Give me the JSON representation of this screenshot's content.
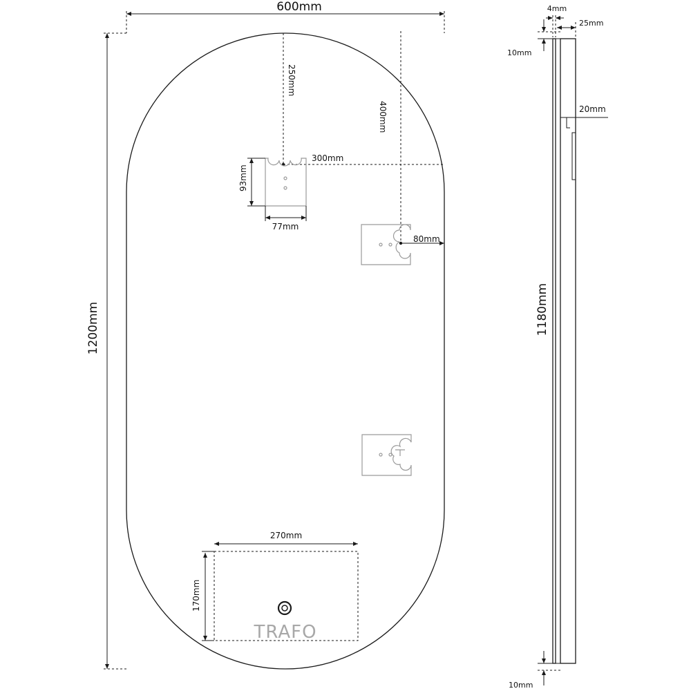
{
  "front_view": {
    "width_label": "600mm",
    "height_label": "1200mm",
    "dim_250_label": "250mm",
    "dim_400_label": "400mm",
    "dim_300_label": "300mm",
    "bracket_height_label": "93mm",
    "bracket_width_label": "77mm",
    "dim_80_label": "80mm",
    "trafo_width_label": "270mm",
    "trafo_height_label": "170mm",
    "trafo_text": "TRAFO"
  },
  "side_view": {
    "glass_label": "4mm",
    "depth_label": "25mm",
    "top_offset_label": "10mm",
    "bracket_depth_label": "20mm",
    "frame_height_label": "1180mm",
    "bottom_offset_label": "10mm"
  },
  "colors": {
    "line": "#1a1a1a",
    "trafo_text": "#a8a8a8",
    "background": "#ffffff"
  }
}
